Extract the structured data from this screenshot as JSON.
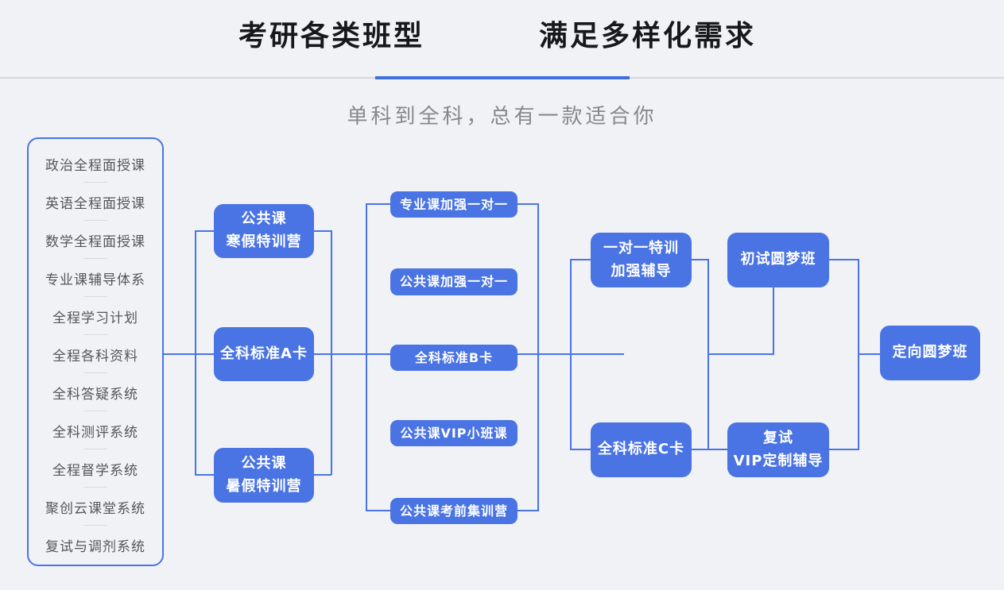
{
  "colors": {
    "accent_blue": "#4a74e4",
    "underline_blue": "#3d6fe0",
    "background": "#f1f2f5",
    "divider_gray": "#d5d7da",
    "title_text": "#17181c",
    "subtitle_text": "#85888d",
    "list_text": "#54565a"
  },
  "header": {
    "title_left": "考研各类班型",
    "title_right": "满足多样化需求",
    "subtitle": "单科到全科，总有一款适合你"
  },
  "sidebar": {
    "items": [
      "政治全程面授课",
      "英语全程面授课",
      "数学全程面授课",
      "专业课辅导体系",
      "全程学习计划",
      "全程各科资料",
      "全科答疑系统",
      "全科测评系统",
      "全程督学系统",
      "聚创云课堂系统",
      "复试与调剂系统"
    ]
  },
  "flow": {
    "stage1": [
      "公共课\n寒假特训营",
      "全科标准A卡",
      "公共课\n暑假特训营"
    ],
    "stage2": [
      "专业课加强一对一",
      "公共课加强一对一",
      "全科标准B卡",
      "公共课VIP小班课",
      "公共课考前集训营"
    ],
    "stage3": [
      "一对一特训\n加强辅导",
      "全科标准C卡"
    ],
    "stage4": [
      "初试圆梦班",
      "复试\nVIP定制辅导"
    ],
    "stage5": [
      "定向圆梦班"
    ]
  }
}
